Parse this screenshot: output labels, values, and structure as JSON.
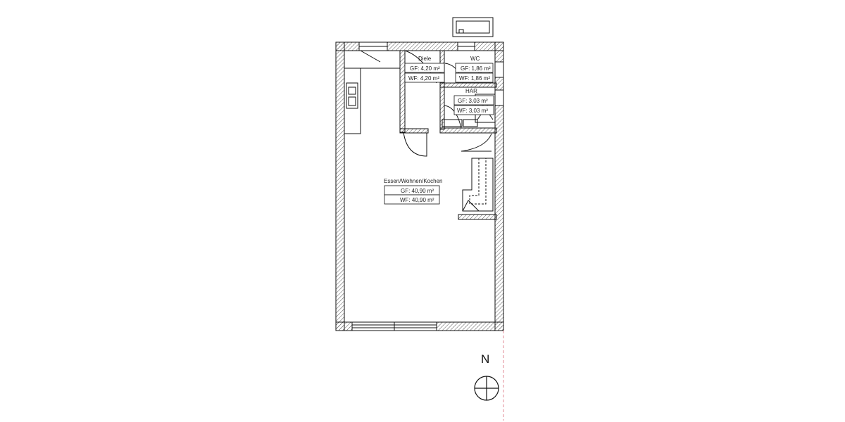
{
  "rooms": {
    "living": {
      "name": "Essen/Wohnen/Kochen",
      "gf": "GF: 40,90 m²",
      "wf": "WF: 40,90 m²"
    },
    "hall": {
      "name": "Diele",
      "gf": "GF: 4,20 m²",
      "wf": "WF: 4,20 m²"
    },
    "wc": {
      "name": "WC",
      "gf": "GF: 1,86 m²",
      "wf": "WF: 1,86 m²"
    },
    "har": {
      "name": "HAR",
      "gf": "GF: 3,03 m²",
      "wf": "WF: 3,03 m²"
    }
  },
  "compass": {
    "north": "N"
  },
  "colors": {
    "line": "#111111",
    "hatch": "#555555",
    "axis": "#e08a94"
  }
}
